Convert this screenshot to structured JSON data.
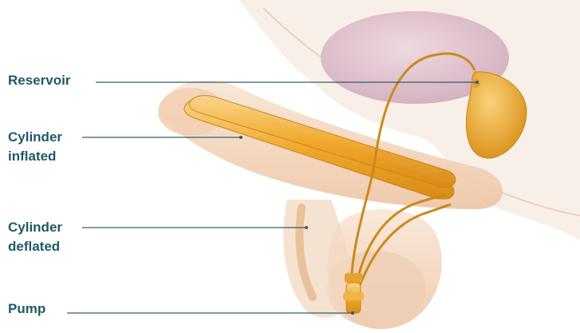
{
  "colors": {
    "label_text": "#1f5a66",
    "leader_line": "#2d5f6b",
    "implant": "#f0a92c",
    "tissue": "#f6dcc7",
    "bladder": "#d9bcc8"
  },
  "labels": [
    {
      "id": "reservoir",
      "lines": [
        "Reservoir"
      ]
    },
    {
      "id": "cylinder-inflated",
      "lines": [
        "Cylinder",
        "inflated"
      ]
    },
    {
      "id": "cylinder-deflated",
      "lines": [
        "Cylinder",
        "deflated"
      ]
    },
    {
      "id": "pump",
      "lines": [
        "Pump"
      ]
    }
  ]
}
